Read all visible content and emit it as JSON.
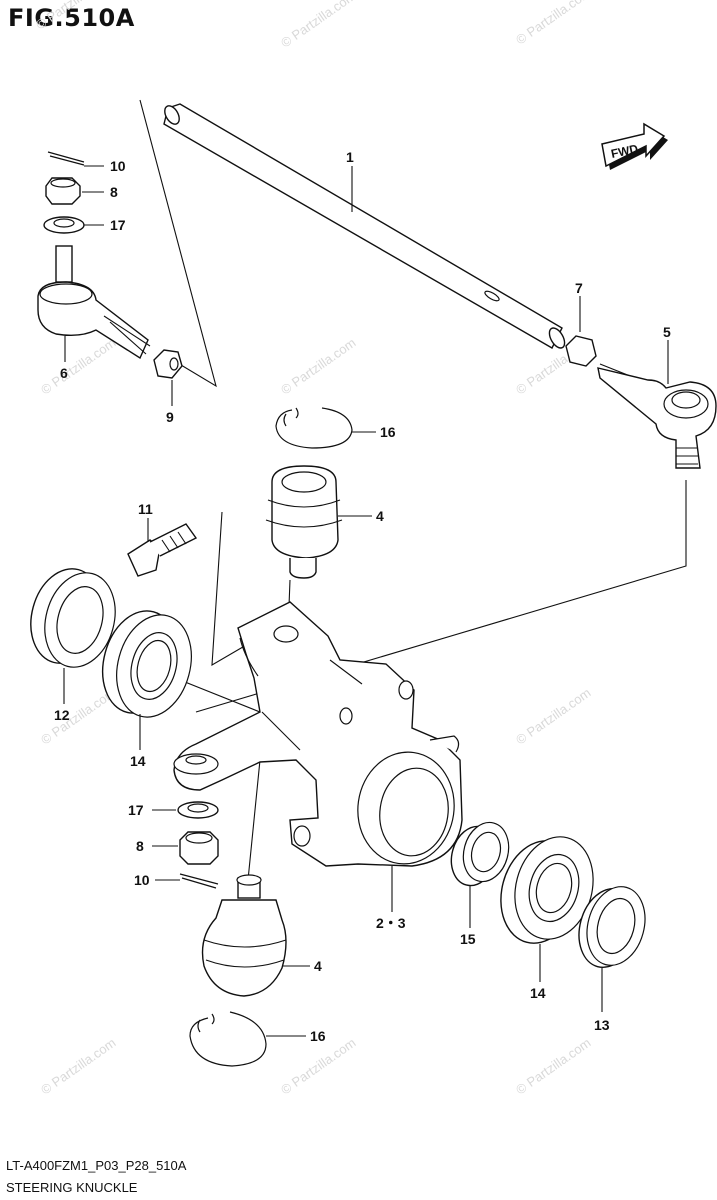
{
  "figure": {
    "title": "FIG.510A",
    "code": "LT-A400FZM1_P03_P28_510A",
    "name": "STEERING KNUCKLE"
  },
  "direction_badge": "FWD",
  "watermark": "© Partzilla.com",
  "callouts": [
    {
      "id": "c1",
      "label": "1"
    },
    {
      "id": "c10a",
      "label": "10"
    },
    {
      "id": "c8a",
      "label": "8"
    },
    {
      "id": "c17a",
      "label": "17"
    },
    {
      "id": "c6",
      "label": "6"
    },
    {
      "id": "c9",
      "label": "9"
    },
    {
      "id": "c7",
      "label": "7"
    },
    {
      "id": "c5",
      "label": "5"
    },
    {
      "id": "c16a",
      "label": "16"
    },
    {
      "id": "c4a",
      "label": "4"
    },
    {
      "id": "c11",
      "label": "11"
    },
    {
      "id": "c12",
      "label": "12"
    },
    {
      "id": "c14a",
      "label": "14"
    },
    {
      "id": "c17b",
      "label": "17"
    },
    {
      "id": "c8b",
      "label": "8"
    },
    {
      "id": "c10b",
      "label": "10"
    },
    {
      "id": "c23",
      "label": "2・3"
    },
    {
      "id": "c15",
      "label": "15"
    },
    {
      "id": "c14b",
      "label": "14"
    },
    {
      "id": "c13",
      "label": "13"
    },
    {
      "id": "c4b",
      "label": "4"
    },
    {
      "id": "c16b",
      "label": "16"
    }
  ]
}
